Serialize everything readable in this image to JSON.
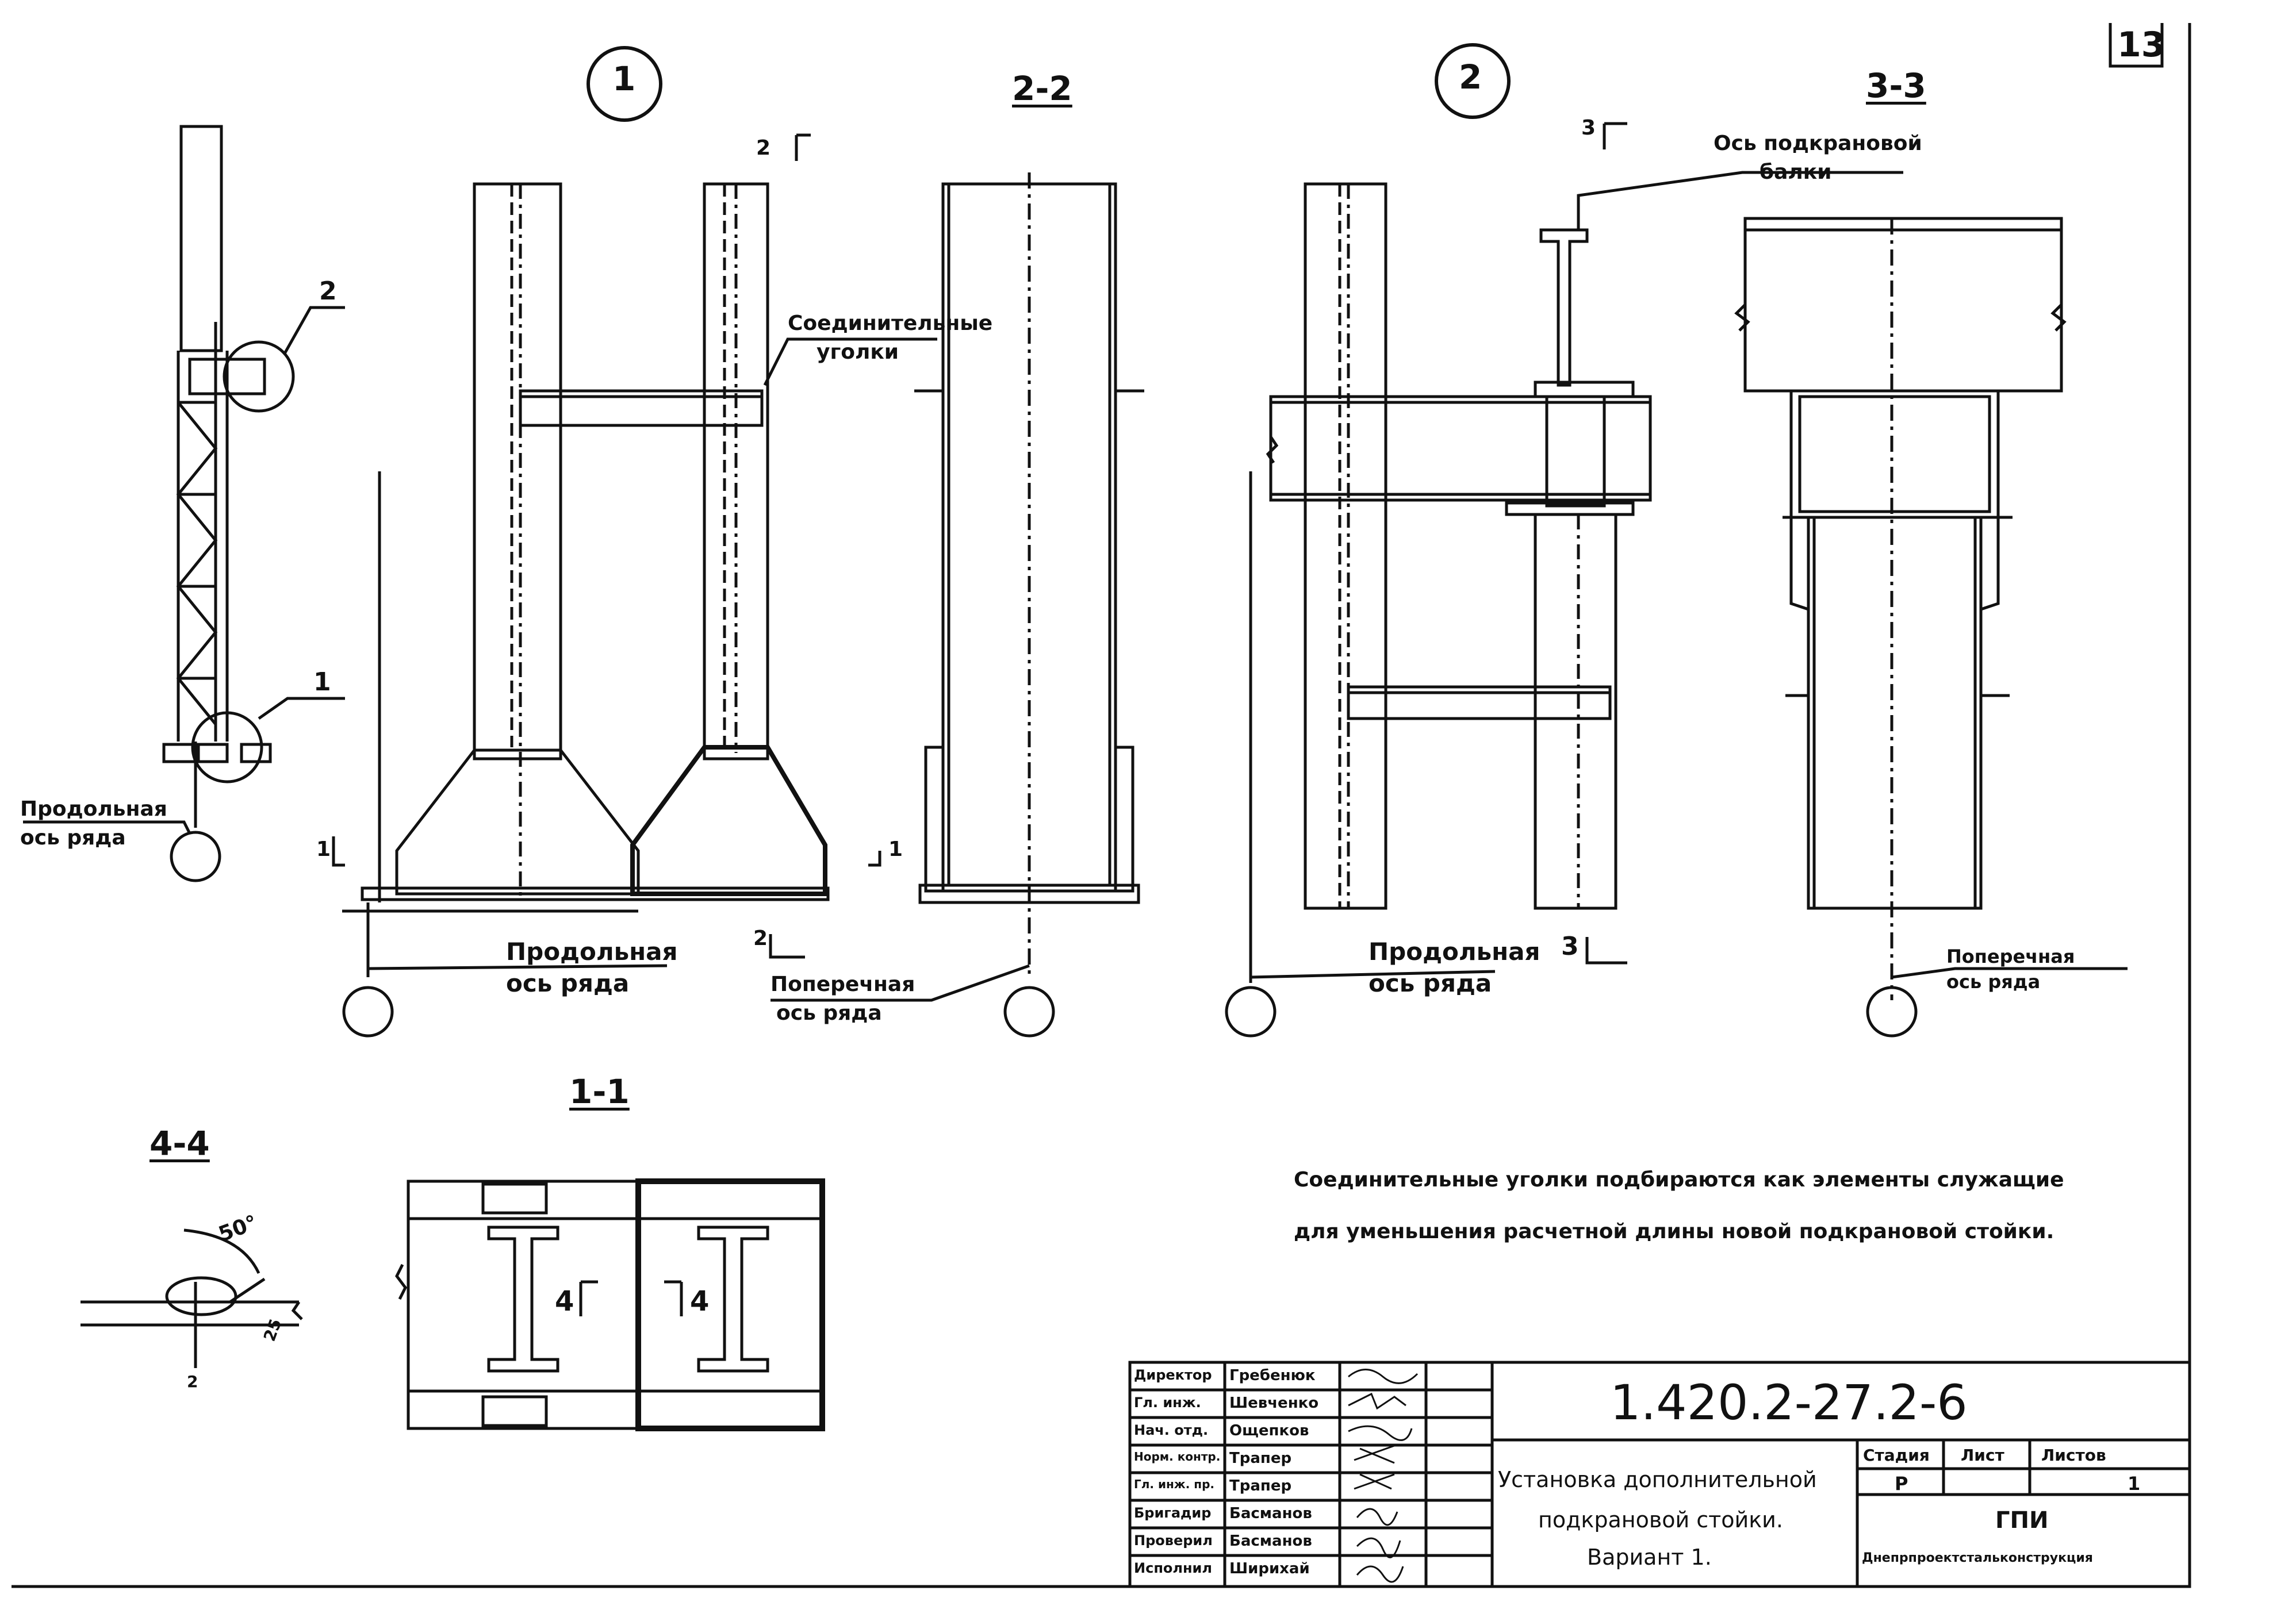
{
  "sheet_number": "13",
  "views": {
    "view1": {
      "label": "1"
    },
    "view2": {
      "label": "2"
    },
    "sec22": {
      "label": "2-2"
    },
    "sec33": {
      "label": "3-3"
    },
    "sec11": {
      "label": "1-1"
    },
    "sec44": {
      "label": "4-4"
    }
  },
  "overview": {
    "callout_2": "2",
    "callout_1": "1",
    "axis_label_line1": "Продольная",
    "axis_label_line2": "ось ряда"
  },
  "view1": {
    "angles_line1": "Соединительные",
    "angles_line2": "уголки",
    "axis_line1": "Продольная",
    "axis_line2": "ось ряда",
    "cut_1_left": "1",
    "cut_1_right": "1",
    "cut_2_top": "2",
    "cut_2_bottom": "2"
  },
  "sec22": {
    "axis_line1": "Поперечная",
    "axis_line2": "ось ряда"
  },
  "view2": {
    "beam_axis_line1": "Ось подкрановой",
    "beam_axis_line2": "балки",
    "axis_line1": "Продольная",
    "axis_line2": "ось ряда",
    "cut_3_top": "3",
    "cut_3_bottom": "3"
  },
  "sec33": {
    "axis_line1": "Поперечная",
    "axis_line2": "ось ряда"
  },
  "sec44": {
    "angle": "50°",
    "dim_a": "25",
    "dim_b": "2"
  },
  "sec11": {
    "cut_left": "4",
    "cut_right": "4"
  },
  "note": {
    "line1": "Соединительные уголки подбираются как элементы служащие",
    "line2": "для уменьшения расчетной длины новой подкрановой стойки."
  },
  "title_block": {
    "code": "1.420.2-27.2-6",
    "title_line1": "Установка дополнительной",
    "title_line2": "подкрановой стойки.",
    "title_line3": "Вариант 1.",
    "stage_header": "Стадия",
    "sheet_header": "Лист",
    "sheets_header": "Листов",
    "stage": "Р",
    "sheets": "1",
    "org_short": "ГПИ",
    "org_full": "Днепрпроектстальконструкция",
    "roles": [
      {
        "role": "Директор",
        "name": "Гребенюк"
      },
      {
        "role": "Гл. инж.",
        "name": "Шевченко"
      },
      {
        "role": "Нач. отд.",
        "name": "Ощепков"
      },
      {
        "role": "Норм. контр.",
        "name": "Трапер"
      },
      {
        "role": "Гл. инж. пр.",
        "name": "Трапер"
      },
      {
        "role": "Бригадир",
        "name": "Басманов"
      },
      {
        "role": "Проверил",
        "name": "Басманов"
      },
      {
        "role": "Исполнил",
        "name": "Ширихай"
      }
    ]
  }
}
